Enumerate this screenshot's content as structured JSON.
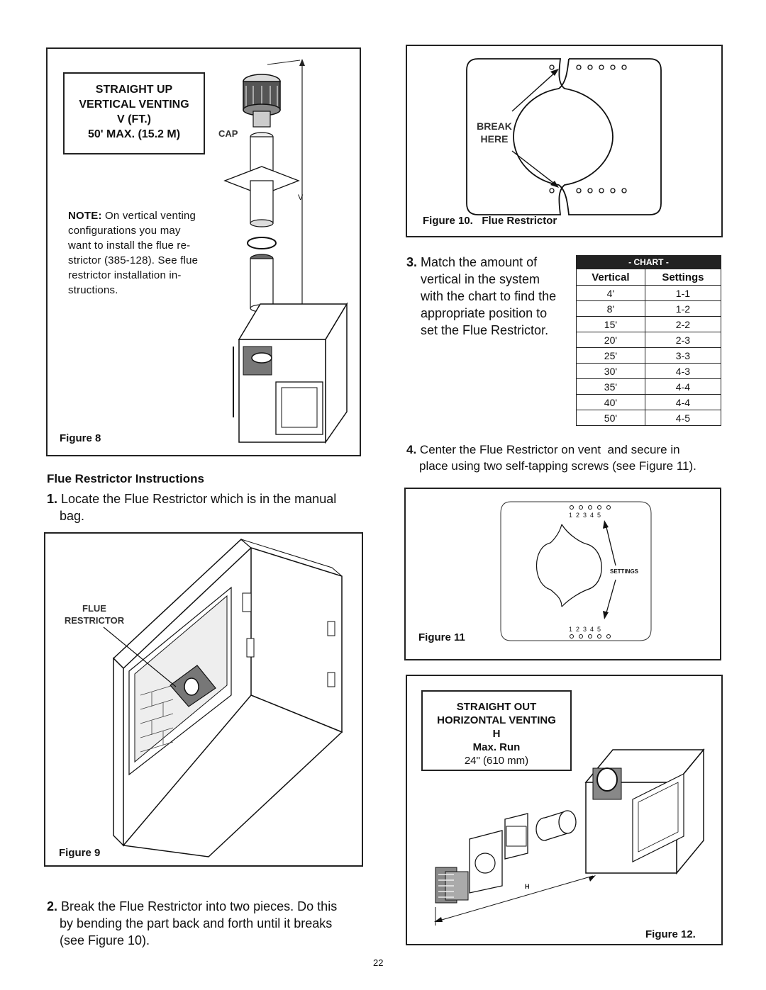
{
  "figure8": {
    "title_lines": [
      "STRAIGHT UP",
      "VERTICAL VENTING",
      "V (FT.)",
      "50' MAX. (15.2 M)"
    ],
    "cap_label": "CAP",
    "v_label": "V",
    "note_label": "NOTE:",
    "note_lines": [
      "On vertical venting",
      "configurations you may",
      "want to install the flue re-",
      "strictor (385-128). See flue",
      "restrictor installation in-",
      "structions."
    ],
    "caption": "Figure 8"
  },
  "section_title": "Flue Restrictor Instructions",
  "step1": {
    "num": "1.",
    "lines": [
      "Locate the Flue Restrictor which is in the manual",
      "bag."
    ]
  },
  "figure9": {
    "label_lines": [
      "FLUE",
      "RESTRICTOR"
    ],
    "caption": "Figure 9"
  },
  "step2": {
    "num": "2.",
    "lines": [
      "Break the Flue Restrictor into two pieces. Do this",
      "by bending the part back and forth until it breaks",
      "(see Figure 10)."
    ]
  },
  "figure10": {
    "label_lines": [
      "BREAK",
      "HERE"
    ],
    "caption": "Figure 10.   Flue Restrictor"
  },
  "step3": {
    "num": "3.",
    "lines": [
      "Match the amount of",
      "vertical in the system",
      "with the chart to find the",
      "appropriate position to",
      "set the Flue Restrictor."
    ]
  },
  "chart": {
    "title": "- CHART -",
    "headers": [
      "Vertical",
      "Settings"
    ],
    "rows": [
      [
        "4'",
        "1-1"
      ],
      [
        "8'",
        "1-2"
      ],
      [
        "15'",
        "2-2"
      ],
      [
        "20'",
        "2-3"
      ],
      [
        "25'",
        "3-3"
      ],
      [
        "30'",
        "4-3"
      ],
      [
        "35'",
        "4-4"
      ],
      [
        "40'",
        "4-4"
      ],
      [
        "50'",
        "4-5"
      ]
    ]
  },
  "step4": {
    "num": "4.",
    "lines": [
      "Center the Flue Restrictor on vent  and secure in",
      "place using two self-tapping screws (see Figure 11)."
    ]
  },
  "figure11": {
    "numbers_top": "1  2  3  4  5",
    "numbers_bottom": "1  2  3  4  5",
    "settings_label": "SETTINGS",
    "caption": "Figure 11"
  },
  "figure12": {
    "title_lines": [
      "STRAIGHT OUT",
      "HORIZONTAL VENTING",
      "H",
      "Max. Run"
    ],
    "size_line": "24\" (610 mm)",
    "h_label": "H",
    "caption": "Figure 12."
  },
  "page_number": "22"
}
